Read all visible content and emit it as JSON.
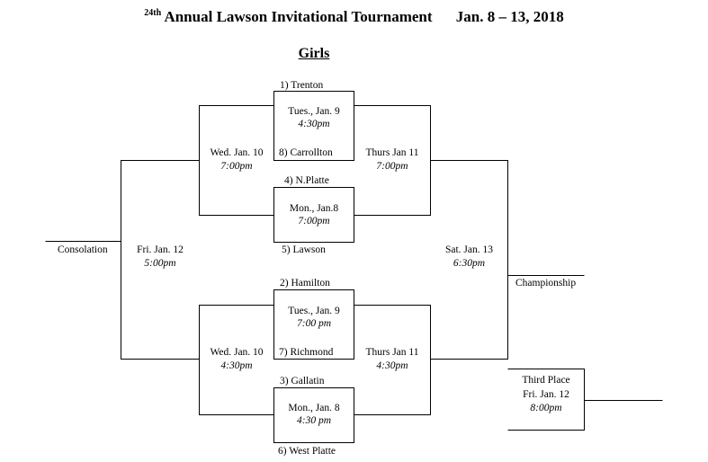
{
  "header": {
    "edition_superscript": "24th",
    "title": "Annual Lawson Invitational Tournament",
    "dates": "Jan. 8 – 13, 2018"
  },
  "division": "Girls",
  "teams": {
    "t1": "1) Trenton",
    "t8": "8) Carrollton",
    "t4": "4) N.Platte",
    "t5": "5) Lawson",
    "t2": "2) Hamilton",
    "t7": "7) Richmond",
    "t3": "3) Gallatin",
    "t6": "6) West Platte"
  },
  "games": {
    "g1": {
      "day": "Tues., Jan. 9",
      "time": "4:30pm"
    },
    "g2": {
      "day": "Mon., Jan.8",
      "time": "7:00pm"
    },
    "g3": {
      "day": "Tues., Jan. 9",
      "time": "7:00 pm"
    },
    "g4": {
      "day": "Mon., Jan. 8",
      "time": "4:30 pm"
    },
    "cons_top": {
      "day": "Wed. Jan. 10",
      "time": "7:00pm"
    },
    "cons_bottom": {
      "day": "Wed. Jan. 10",
      "time": "4:30pm"
    },
    "semi_top": {
      "day": "Thurs Jan 11",
      "time": "7:00pm"
    },
    "semi_bottom": {
      "day": "Thurs Jan 11",
      "time": "4:30pm"
    },
    "cons_final": {
      "day": "Fri. Jan. 12",
      "time": "5:00pm"
    },
    "final": {
      "day": "Sat. Jan. 13",
      "time": "6:30pm"
    },
    "third": {
      "label": "Third Place",
      "day": "Fri. Jan. 12",
      "time": "8:00pm"
    }
  },
  "labels": {
    "consolation": "Consolation",
    "championship": "Championship"
  }
}
